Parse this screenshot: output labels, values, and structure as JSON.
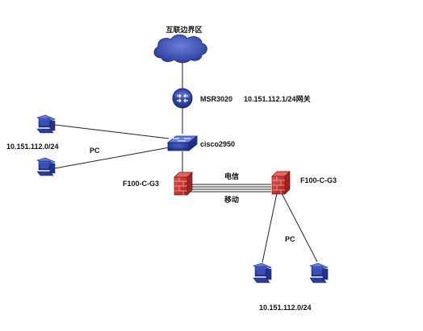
{
  "nodes": {
    "cloud": {
      "label": "互联边界区"
    },
    "router": {
      "name": "MSR3020",
      "ip": "10.151.112.1/24网关"
    },
    "switch": {
      "name": "cisco2950"
    },
    "firewall_left": {
      "name": "F100-C-G3"
    },
    "firewall_right": {
      "name": "F100-C-G3"
    },
    "pc_group_left": {
      "label": "PC",
      "subnet": "10.151.112.0/24"
    },
    "pc_group_right": {
      "label": "PC",
      "subnet": "10.151.112.0/24"
    }
  },
  "links": {
    "telecom": "电信",
    "mobile": "移动"
  },
  "colors": {
    "cloud": "#3a4fb0",
    "device_blue": "#2a3ca8",
    "firewall_red": "#c7302c"
  }
}
